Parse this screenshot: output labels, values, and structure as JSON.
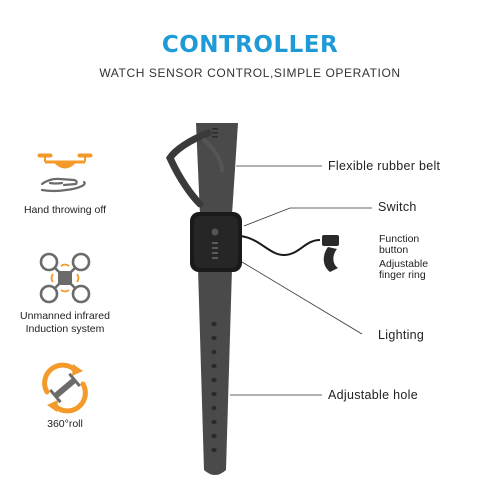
{
  "header": {
    "title": "CONTROLLER",
    "subtitle": "WATCH SENSOR CONTROL,SIMPLE OPERATION"
  },
  "colors": {
    "accent": "#1e9ad6",
    "icon_orange": "#f39a2b",
    "icon_gray": "#6b6b6b",
    "band": "#3f3f3f"
  },
  "features": [
    {
      "icon": "drone-hand-throw-icon",
      "label_lines": [
        "Hand throwing off"
      ]
    },
    {
      "icon": "drone-infrared-icon",
      "label_lines": [
        "Unmanned infrared",
        "Induction system"
      ]
    },
    {
      "icon": "roll-360-icon",
      "label_lines": [
        "360°roll"
      ]
    }
  ],
  "callouts": {
    "belt": "Flexible rubber belt",
    "switch": "Switch",
    "function_button_lines": [
      "Function",
      "button"
    ],
    "finger_ring_lines": [
      "Adjustable",
      "finger ring"
    ],
    "lighting": "Lighting",
    "hole": "Adjustable hole"
  }
}
